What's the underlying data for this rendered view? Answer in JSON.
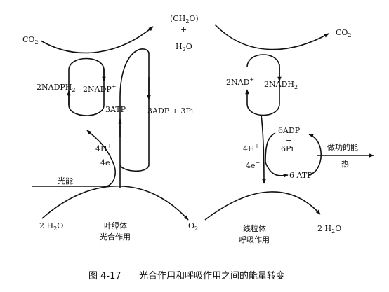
{
  "labels": {
    "ch2o": "(CH",
    "ch2o_sub": "2",
    "ch2o_end": "O)",
    "plus_top": "+",
    "h2o_top": "H",
    "h2o_top_sub": "2",
    "h2o_top_end": "O",
    "co2_left": "CO",
    "co2_left_sub": "2",
    "co2_right": "CO",
    "co2_right_sub": "2",
    "nadph2": "2NADPH",
    "nadph2_sub": "2",
    "nadp": "2NADP",
    "nadp_sup": "+",
    "atp3": "3ATP",
    "adp3": "3ADP + 3Pi",
    "hplus_left": "4H",
    "hplus_left_sup": "+",
    "e_left": "4e",
    "e_left_sup": "−",
    "light_energy": "光能",
    "h2o_left": "2 H",
    "h2o_left_sub": "2",
    "h2o_left_end": "O",
    "chloroplast": "叶绿体",
    "photosynthesis": "光合作用",
    "o2": "O",
    "o2_sub": "2",
    "nad": "2NAD",
    "nad_sup": "+",
    "nadh2": "2NADH",
    "nadh2_sub": "2",
    "adp6": "6ADP",
    "plus_mid": "+",
    "pi6": "6Pi",
    "hplus_right": "4H",
    "hplus_right_sup": "+",
    "e_right": "4e",
    "e_right_sup": "−",
    "atp6": "6 ATP",
    "work_energy": "做功的能",
    "heat": "热",
    "mitochondrion": "线粒体",
    "respiration": "呼吸作用",
    "h2o_right": "2 H",
    "h2o_right_sub": "2",
    "h2o_right_end": "O"
  },
  "caption": {
    "figure_no": "图 4-17",
    "title": "光合作用和呼吸作用之间的能量转变"
  }
}
